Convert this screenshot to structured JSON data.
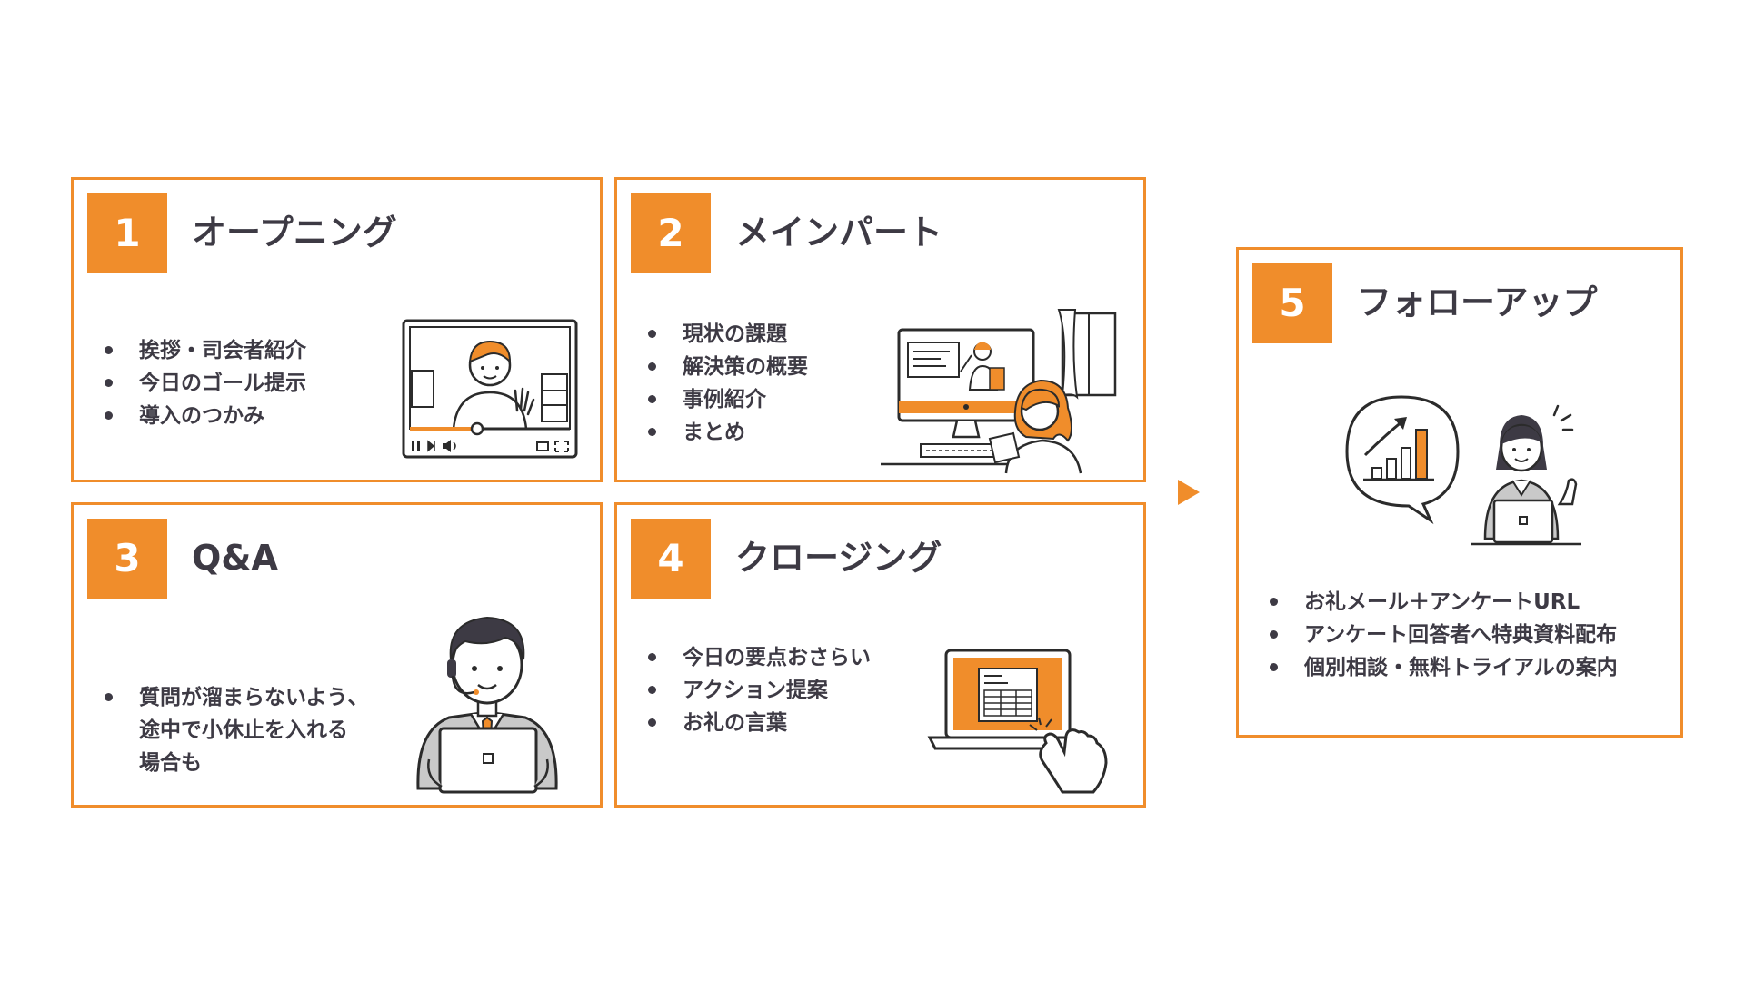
{
  "colors": {
    "accent": "#f08d2b",
    "text": "#3d3a44",
    "line": "#2b2b2b",
    "fill_gray": "#c9c9c9"
  },
  "steps": [
    {
      "number": "1",
      "title": "オープニング",
      "bullets": [
        "挨拶・司会者紹介",
        "今日のゴール提示",
        "導入のつかみ"
      ],
      "illustration": "video-player-presenter-illustration"
    },
    {
      "number": "2",
      "title": "メインパート",
      "bullets": [
        "現状の課題",
        "解決策の概要",
        "事例紹介",
        "まとめ"
      ],
      "illustration": "webinar-viewer-illustration"
    },
    {
      "number": "3",
      "title": "Q&A",
      "bullets": [
        "質問が溜まらないよう、\n途中で小休止を入れる\n場合も"
      ],
      "illustration": "headset-businessman-illustration"
    },
    {
      "number": "4",
      "title": "クロージング",
      "bullets": [
        "今日の要点おさらい",
        "アクション提案",
        "お礼の言葉"
      ],
      "illustration": "laptop-touch-illustration"
    },
    {
      "number": "5",
      "title": "フォローアップ",
      "bullets": [
        "お礼メール＋アンケートURL",
        "アンケート回答者へ特典資料配布",
        "個別相談・無料トライアルの案内"
      ],
      "illustration": "growth-chart-woman-illustration"
    }
  ],
  "flow_arrow_icon": "triangle-right-icon"
}
